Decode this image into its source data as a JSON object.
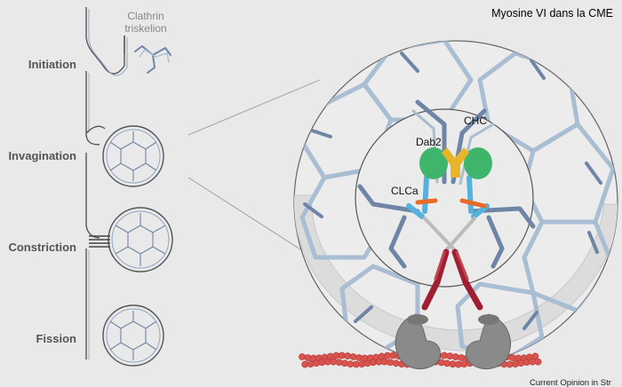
{
  "title": "Myosine VI dans la CME",
  "stages": [
    "Initiation",
    "Invagination",
    "Constriction",
    "Fission"
  ],
  "triskelion_note": [
    "Clathrin",
    "triskelion"
  ],
  "callouts": {
    "chc": "CHC",
    "dab2": "Dab2",
    "clca": "CLCa"
  },
  "footer": "Current Opinion in Str",
  "colors": {
    "background": "#e9e9e9",
    "membrane": "#555555",
    "clathrin_light": "#a9bdd3",
    "clathrin_dark": "#6f85a6",
    "green_domain": "#3fb56b",
    "yellow_dab2": "#e8b42a",
    "clca_blue": "#55b2dc",
    "orange": "#e86a24",
    "myosin_red": "#a01e32",
    "motor_gray": "#8a8a8a",
    "actin_red": "#d9534f"
  }
}
